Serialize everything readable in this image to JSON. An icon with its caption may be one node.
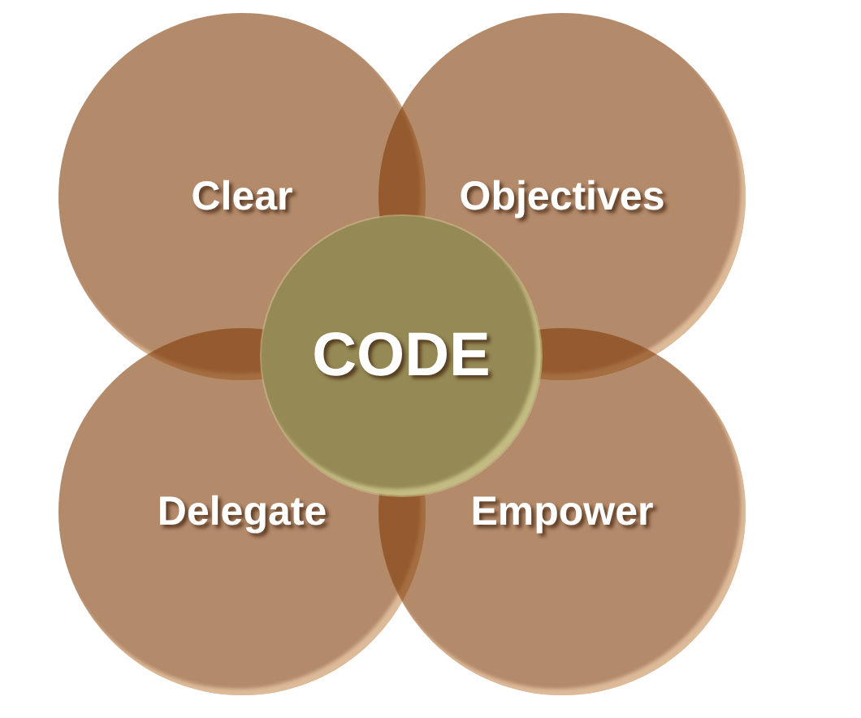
{
  "diagram": {
    "nodes": [
      {
        "text": [
          "Clear"
        ]
      },
      {
        "text": [
          "Objectives"
        ]
      },
      {
        "text": [
          "CODE"
        ]
      },
      {
        "text": [
          "Delegate"
        ]
      },
      {
        "text": [
          "Empower"
        ]
      }
    ]
  }
}
